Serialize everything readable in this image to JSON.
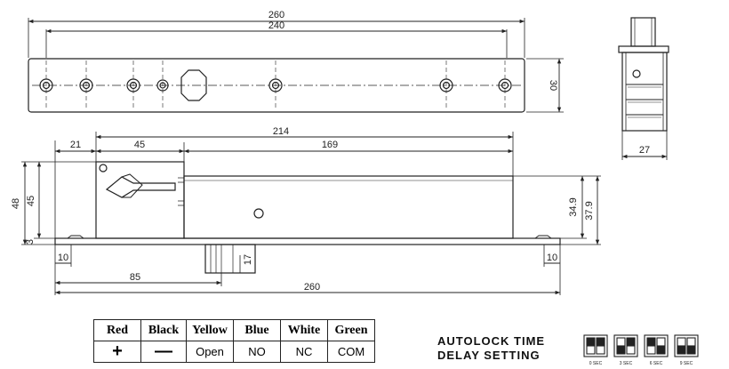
{
  "top_view": {
    "dim_overall": "260",
    "dim_hole_pitch": "240",
    "dim_height": "30"
  },
  "side_view": {
    "dim_width": "27"
  },
  "front_view": {
    "dim_left_offset": "21",
    "dim_head": "45",
    "dim_total_top": "214",
    "dim_bolt": "169",
    "dim_height_outer": "48",
    "dim_height_inner": "45",
    "dim_base": "3",
    "dim_body_34": "34.9",
    "dim_body_37": "37.9",
    "dim_left_foot": "10",
    "dim_right_foot": "10",
    "dim_tab": "17",
    "dim_85": "85",
    "dim_total_bottom": "260"
  },
  "wire_table": {
    "headers": [
      "Red",
      "Black",
      "Yellow",
      "Blue",
      "White",
      "Green"
    ],
    "values": [
      "+",
      "—",
      "Open",
      "NO",
      "NC",
      "COM"
    ]
  },
  "delay_setting": {
    "title_line1": "AUTOLOCK TIME",
    "title_line2": "DELAY SETTING",
    "switch_labels": [
      "0 SEC",
      "3 SEC",
      "6 SEC",
      "9 SEC"
    ]
  }
}
